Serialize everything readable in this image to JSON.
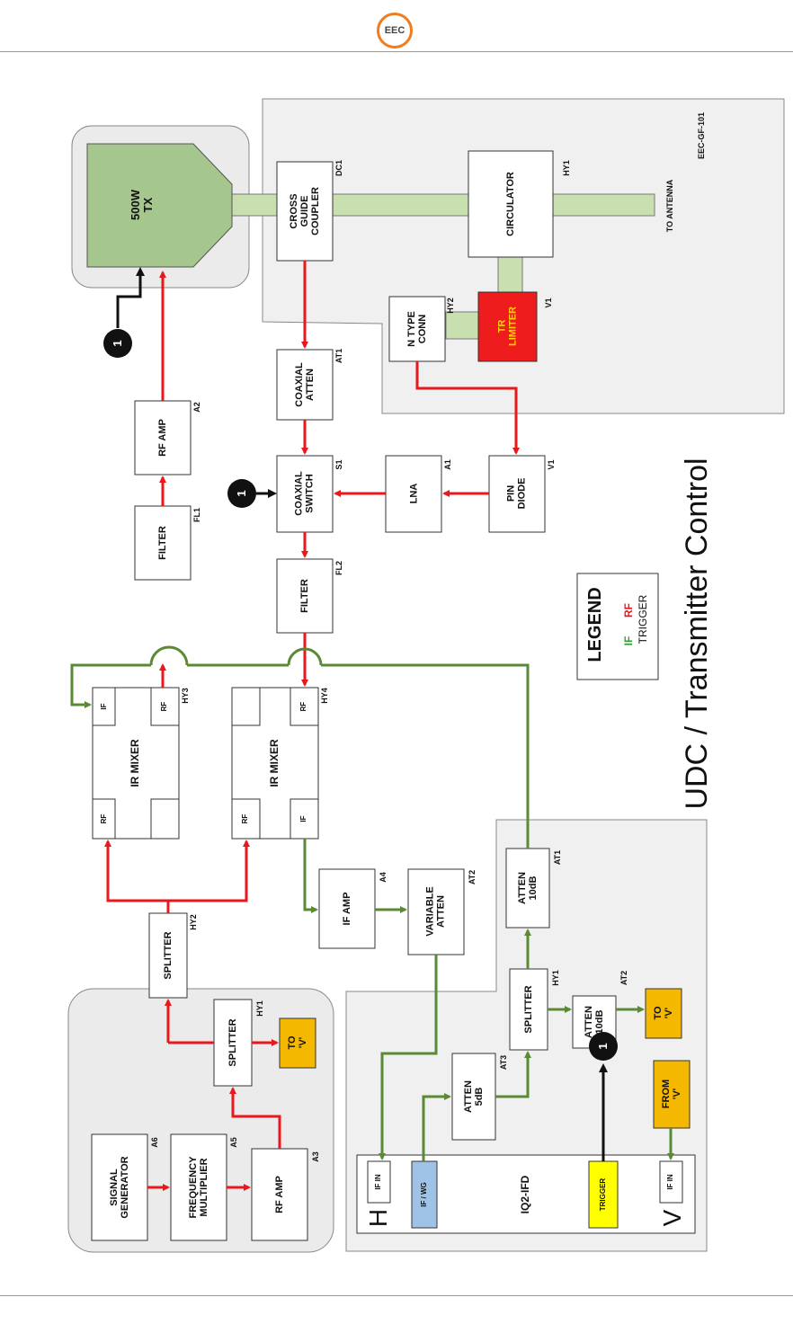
{
  "logo": "EEC",
  "title": "UDC / Transmitter Control",
  "doc_id": "EEC-GF-101",
  "antenna_label": "TO ANTENNA",
  "trigger_marker": "1",
  "legend": {
    "title": "LEGEND",
    "if": "IF",
    "rf": "RF",
    "trigger": "TRIGGER"
  },
  "colors": {
    "rf": "#e8181c",
    "if": "#5a8a34",
    "trigger": "#111111",
    "waveguide": "#c8e0b0",
    "to_v": "#f5b800",
    "limiter": "#ee1c1c",
    "if_wg": "#9fc3e6",
    "trigger_port": "#ffff00"
  },
  "blocks": {
    "tx": "500W\nTX",
    "cross_guide_coupler": "CROSS\nGUIDE\nCOUPLER",
    "circulator": "CIRCULATOR",
    "n_type_conn": "N TYPE\nCONN",
    "tr_limiter": "TR\nLIMITER",
    "coaxial_atten": "COAXIAL\nATTEN",
    "coaxial_switch": "COAXIAL\nSWITCH",
    "lna": "LNA",
    "pin_diode": "PIN\nDIODE",
    "rf_amp_a2": "RF AMP",
    "filter_fl1": "FILTER",
    "filter_fl2": "FILTER",
    "ir_mixer_hy3": "IR MIXER",
    "ir_mixer_hy4": "IR MIXER",
    "if_amp": "IF AMP",
    "variable_atten": "VARIABLE\nATTEN",
    "atten_10db_at1": "ATTEN\n10dB",
    "splitter_hy2": "SPLITTER",
    "splitter_hy1_top": "SPLITTER",
    "splitter_hy1_bottom": "SPLITTER",
    "atten_10db_at2": "ATTEN\n10dB",
    "atten_5db": "ATTEN\n5dB",
    "to_v_top": "TO\n'V'",
    "to_v_bottom": "TO\n'V'",
    "from_v": "FROM\n'V'",
    "signal_generator": "SIGNAL\nGENERATOR",
    "frequency_multiplier": "FREQUENCY\nMULTIPLIER",
    "rf_amp_a3": "RF AMP",
    "iq2_ifd": "IQ2-IFD",
    "port_if_in_h": "IF IN",
    "port_if_wg": "IF / WG",
    "port_trigger": "TRIGGER",
    "port_if_in_v": "IF IN",
    "h_label": "H",
    "v_label": "V",
    "port_if_hy3": "IF",
    "port_rf_hy3_top": "RF",
    "port_rf_hy3_bottom": "RF",
    "port_rf_hy4_top": "RF",
    "port_rf_hy4_bottom": "RF",
    "port_if_hy4": "IF"
  },
  "designators": {
    "dc1": "DC1",
    "hy1_circ": "HY1",
    "hy2_conn": "HY2",
    "v1_limiter": "V1",
    "at1_coax": "AT1",
    "s1": "S1",
    "a1": "A1",
    "v1_pin": "V1",
    "a2": "A2",
    "fl1": "FL1",
    "fl2": "FL2",
    "hy3": "HY3",
    "hy4": "HY4",
    "a4": "A4",
    "at2_var": "AT2",
    "at1_atten": "AT1",
    "hy2_split": "HY2",
    "hy1_split_top": "HY1",
    "hy1_split_bottom": "HY1",
    "at2_atten": "AT2",
    "at3": "AT3",
    "a6": "A6",
    "a5": "A5",
    "a3": "A3"
  }
}
